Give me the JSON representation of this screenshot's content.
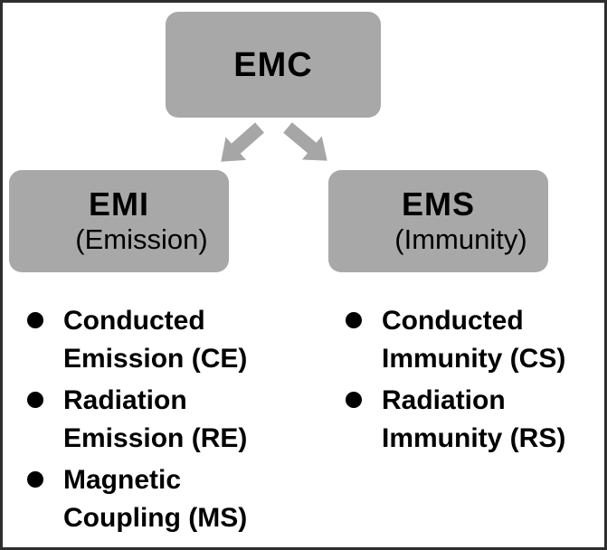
{
  "diagram": {
    "root": {
      "title": "EMC"
    },
    "branches": {
      "emi": {
        "title": "EMI",
        "subtitle": "(Emission)"
      },
      "ems": {
        "title": "EMS",
        "subtitle": "(Immunity)"
      }
    },
    "emi_list": {
      "items": [
        {
          "line1": "Conducted",
          "line2": "Emission (CE)"
        },
        {
          "line1": "Radiation",
          "line2": "Emission (RE)"
        },
        {
          "line1": "Magnetic",
          "line2": "Coupling (MS)"
        }
      ]
    },
    "ems_list": {
      "items": [
        {
          "line1": "Conducted",
          "line2": "Immunity (CS)"
        },
        {
          "line1": "Radiation",
          "line2": "Immunity (RS)"
        }
      ]
    },
    "icons": {
      "arrow_left": "block-arrow-down-left",
      "arrow_right": "block-arrow-down-right"
    }
  },
  "colors": {
    "box_fill": "#a8a8a8",
    "arrow_fill": "#a6a6a6",
    "text": "#000000",
    "border": "#2e2e2e",
    "background": "#ffffff"
  }
}
